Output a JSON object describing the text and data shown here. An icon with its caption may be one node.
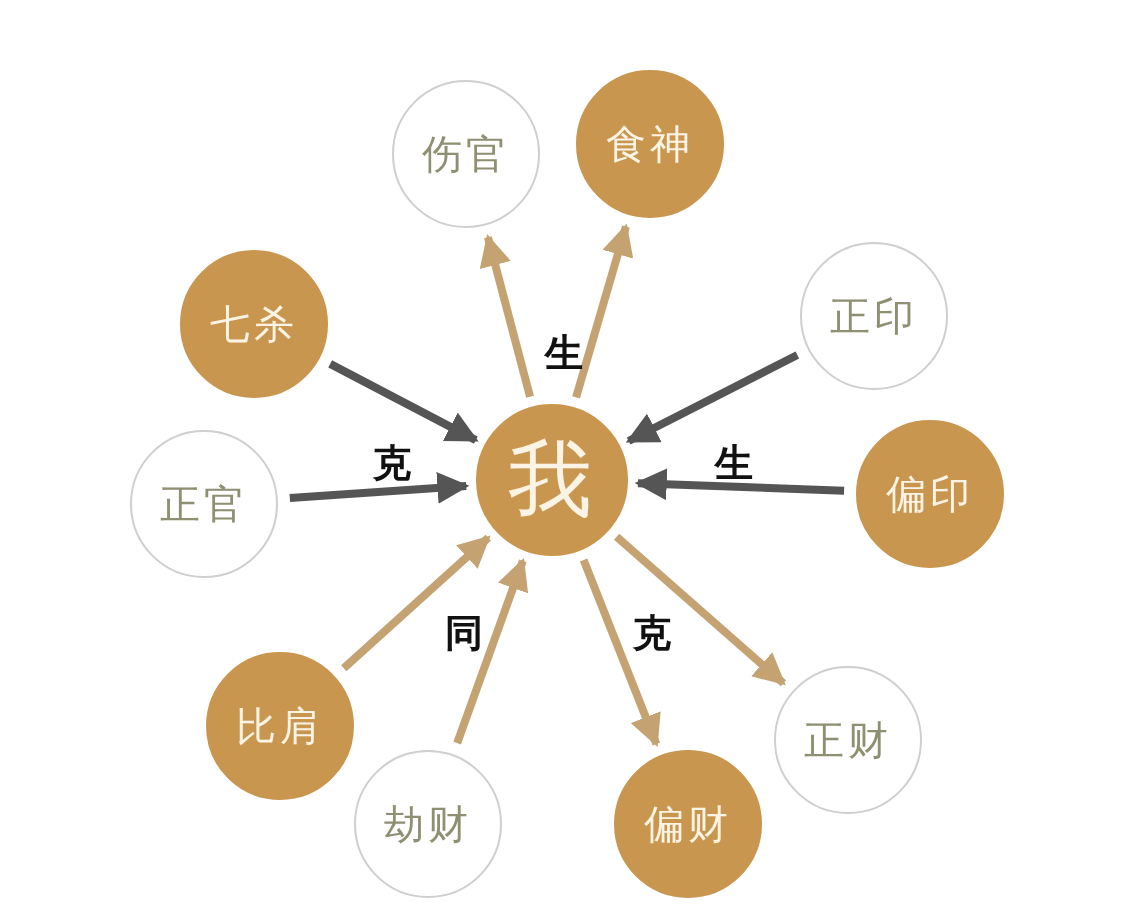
{
  "diagram": {
    "nodes": [
      {
        "text": [
          "我"
        ]
      },
      {
        "text": [
          "伤官"
        ]
      },
      {
        "text": [
          "食神"
        ]
      },
      {
        "text": [
          "七杀"
        ]
      },
      {
        "text": [
          "正印"
        ]
      },
      {
        "text": [
          "正官"
        ]
      },
      {
        "text": [
          "偏印"
        ]
      },
      {
        "text": [
          "比肩"
        ]
      },
      {
        "text": [
          "劫财"
        ]
      },
      {
        "text": [
          "偏财"
        ]
      },
      {
        "text": [
          "正财"
        ]
      }
    ],
    "edges": [
      {
        "from": 0,
        "to": 1,
        "arrow": "to"
      },
      {
        "from": 0,
        "to": 2,
        "arrow": "to"
      },
      {
        "from": 3,
        "to": 0,
        "arrow": "to",
        "color": "#555555"
      },
      {
        "from": 5,
        "to": 0,
        "arrow": "to",
        "color": "#555555"
      },
      {
        "from": 4,
        "to": 0,
        "arrow": "to",
        "color": "#555555"
      },
      {
        "from": 6,
        "to": 0,
        "arrow": "to",
        "color": "#555555"
      },
      {
        "from": 7,
        "to": 0,
        "arrow": "to"
      },
      {
        "from": 8,
        "to": 0,
        "arrow": "to"
      },
      {
        "from": 0,
        "to": 9,
        "arrow": "to"
      },
      {
        "from": 0,
        "to": 10,
        "arrow": "to"
      }
    ],
    "labels": [
      "生",
      "克",
      "生",
      "同",
      "克"
    ]
  }
}
